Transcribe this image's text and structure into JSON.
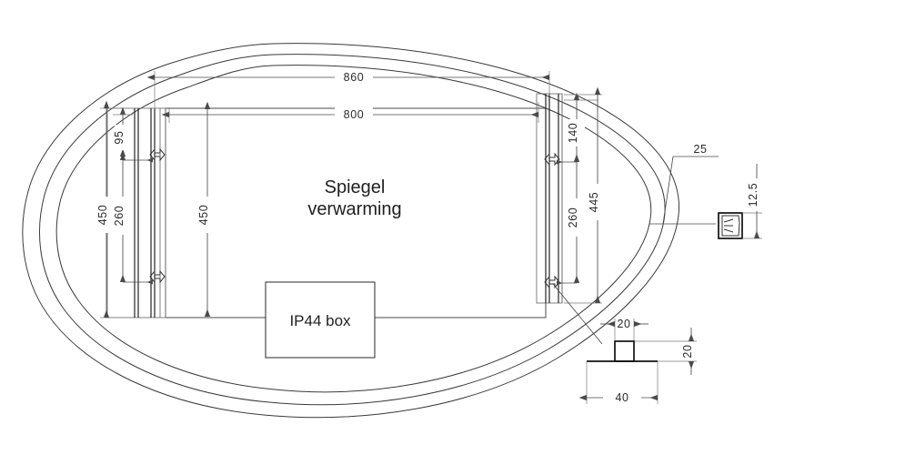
{
  "drawing": {
    "title": "Spiegel verwarming",
    "labels": {
      "mirror_heating_line1": "Spiegel",
      "mirror_heating_line2": "verwarming",
      "ip44_box": "IP44 box"
    },
    "dimensions": {
      "overall_width": "860",
      "heater_width": "800",
      "overall_height_left": "450",
      "heater_height": "450",
      "rail_spacing_left": "260",
      "top_offset_left": "95",
      "top_offset_right": "140",
      "rail_spacing_right": "260",
      "overall_height_right": "445",
      "edge_offset": "25",
      "profile_depth": "12.5",
      "bracket_width": "20",
      "bracket_height": "20",
      "bracket_base": "40"
    },
    "units": "mm",
    "colors": {
      "outline": "#3a3a3a",
      "rail": "#1a1a1a",
      "dimension": "#4a4a4a",
      "text": "#2b2b2b",
      "background": "#ffffff"
    },
    "views": {
      "main": "front-view-mirror",
      "detail_right": "profile-section-25mm",
      "detail_bottom": "mounting-bracket-section"
    }
  }
}
